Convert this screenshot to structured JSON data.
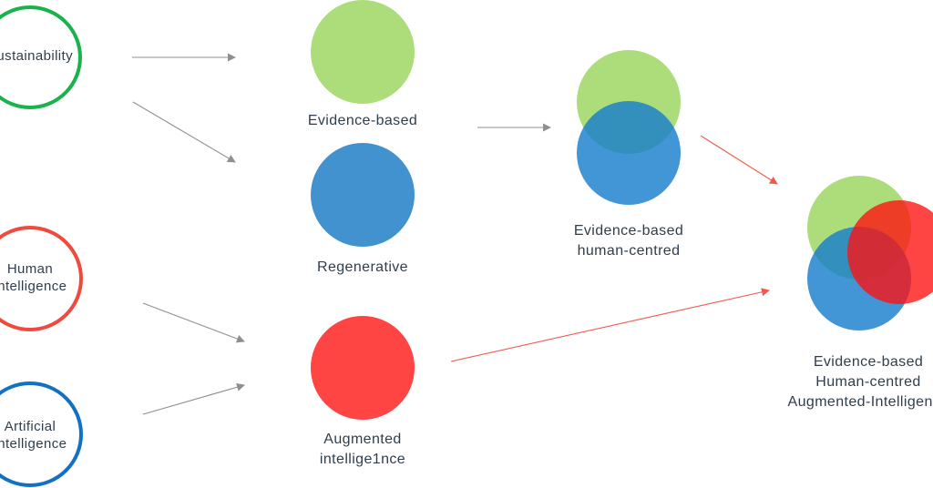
{
  "diagram": {
    "sources": {
      "sustainability": {
        "label": "Sustainability",
        "color": "#18b34a"
      },
      "human_intelligence": {
        "line1": "Human",
        "line2": "Intelligence",
        "color": "#f04a3f"
      },
      "artificial_intelligence": {
        "line1": "Artificial",
        "line2": "Intelligence",
        "color": "#1371c5"
      }
    },
    "nodes": {
      "evidence_based": {
        "label": "Evidence-based",
        "color": "#addd7a"
      },
      "regenerative": {
        "label": "Regenerative",
        "color": "#4192cf"
      },
      "augmented_intelligence": {
        "line1": "Augmented",
        "line2": "intellige1nce",
        "color": "#ff4444"
      },
      "evidence_based_human_centred": {
        "line1": "Evidence-based",
        "line2": "human-centred"
      },
      "combined": {
        "line1": "Evidence-based",
        "line2": "Human-centred",
        "line3": "Augmented-Intelligence"
      }
    },
    "arrow_colors": {
      "gray": "#8f8f8f",
      "red": "#ef5a4f"
    },
    "text_color": "#2f3e4c"
  }
}
